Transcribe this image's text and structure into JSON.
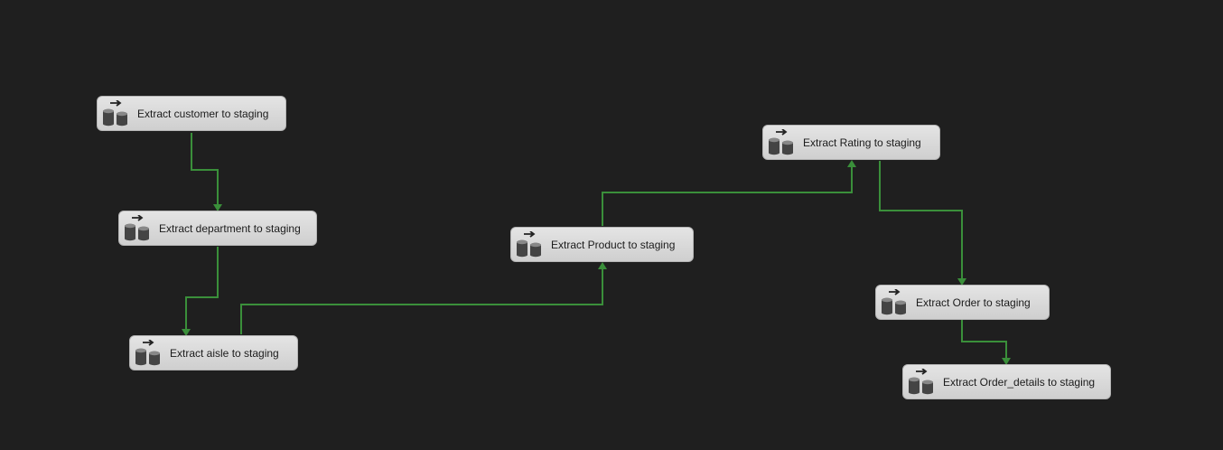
{
  "canvas": {
    "background": "#1f1f1f",
    "connector_color": "#3a8f3a"
  },
  "tasks": [
    {
      "id": "customer",
      "label": "Extract customer to staging",
      "icon": "data-flow-task-icon"
    },
    {
      "id": "department",
      "label": "Extract department to staging",
      "icon": "data-flow-task-icon"
    },
    {
      "id": "aisle",
      "label": "Extract aisle to staging",
      "icon": "data-flow-task-icon"
    },
    {
      "id": "product",
      "label": "Extract Product to staging",
      "icon": "data-flow-task-icon"
    },
    {
      "id": "rating",
      "label": "Extract Rating to staging",
      "icon": "data-flow-task-icon"
    },
    {
      "id": "order",
      "label": "Extract Order to staging",
      "icon": "data-flow-task-icon"
    },
    {
      "id": "order-details",
      "label": "Extract Order_details to staging",
      "icon": "data-flow-task-icon"
    }
  ],
  "connections": [
    {
      "from": "customer",
      "to": "department"
    },
    {
      "from": "department",
      "to": "aisle"
    },
    {
      "from": "aisle",
      "to": "product"
    },
    {
      "from": "product",
      "to": "rating"
    },
    {
      "from": "rating",
      "to": "order"
    },
    {
      "from": "order",
      "to": "order-details"
    }
  ]
}
